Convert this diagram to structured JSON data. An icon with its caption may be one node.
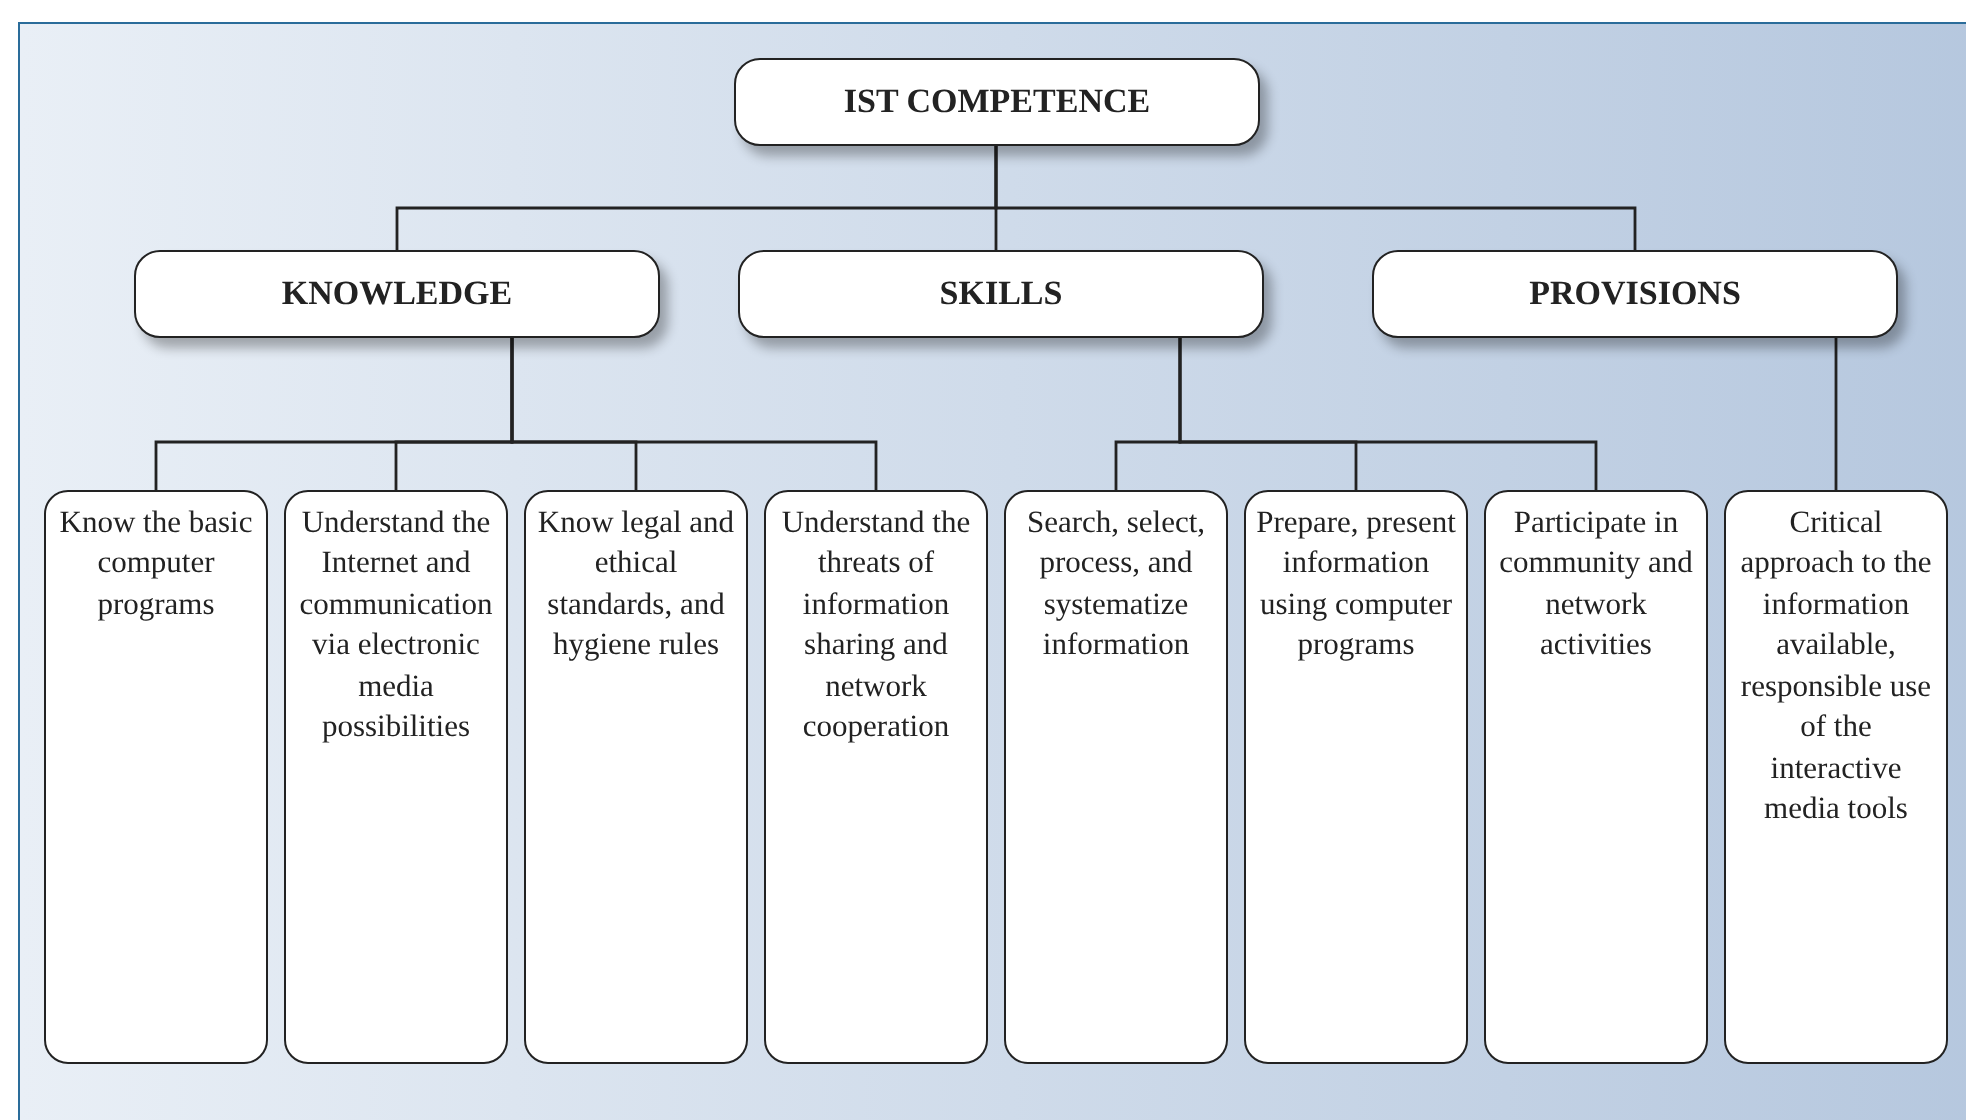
{
  "diagram": {
    "nodes": [
      {
        "text": [
          "IST COMPETENCE"
        ]
      },
      {
        "text": [
          "KNOWLEDGE"
        ]
      },
      {
        "text": [
          "SKILLS"
        ]
      },
      {
        "text": [
          "PROVISIONS"
        ]
      },
      {
        "text": [
          "Know the basic computer programs"
        ]
      },
      {
        "text": [
          "Understand the Internet and communication via electronic media possibilities"
        ]
      },
      {
        "text": [
          "Know legal and ethical standards, and hygiene rules"
        ]
      },
      {
        "text": [
          "Understand the threats of information sharing and network cooperation"
        ]
      },
      {
        "text": [
          "Search, select, process, and systematize information"
        ]
      },
      {
        "text": [
          "Prepare, present information using computer programs"
        ]
      },
      {
        "text": [
          "Participate in community and network activities"
        ]
      },
      {
        "text": [
          "Critical approach to the information available, responsible use of the interactive media tools"
        ]
      }
    ],
    "edges": [
      {
        "from": 0,
        "to": 1,
        "arrow": "none"
      },
      {
        "from": 0,
        "to": 2,
        "arrow": "none"
      },
      {
        "from": 0,
        "to": 3,
        "arrow": "none"
      },
      {
        "from": 1,
        "to": 4,
        "arrow": "none"
      },
      {
        "from": 1,
        "to": 5,
        "arrow": "none"
      },
      {
        "from": 1,
        "to": 6,
        "arrow": "none"
      },
      {
        "from": 1,
        "to": 7,
        "arrow": "none"
      },
      {
        "from": 2,
        "to": 8,
        "arrow": "none"
      },
      {
        "from": 2,
        "to": 9,
        "arrow": "none"
      },
      {
        "from": 2,
        "to": 10,
        "arrow": "none"
      },
      {
        "from": 3,
        "to": 11,
        "arrow": "none"
      }
    ]
  }
}
